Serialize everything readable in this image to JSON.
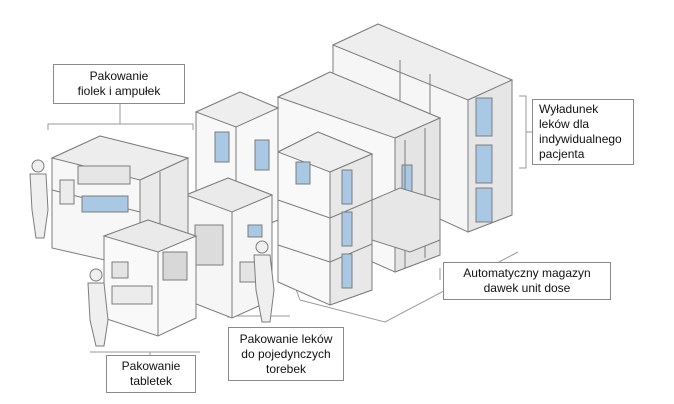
{
  "diagram": {
    "colors": {
      "outline": "#7d7d7d",
      "panel": "#f7f7f7",
      "panel_shade": "#ececec",
      "panel_dark": "#dedede",
      "window_blue": "#a9c8e4",
      "window_blue_dark": "#6f9fcb",
      "person": "#efefef"
    },
    "labels": {
      "vials": [
        "Pakowanie",
        "fiolek i ampułek"
      ],
      "unload": [
        "Wyładunek",
        "leków dla",
        "indywidualnego",
        "pacjenta"
      ],
      "storage": [
        "Automatyczny magazyn",
        "dawek unit dose"
      ],
      "bags": [
        "Pakowanie leków",
        "do pojedynczych",
        "torebek"
      ],
      "tablets": [
        "Pakowanie",
        "tabletek"
      ]
    }
  }
}
